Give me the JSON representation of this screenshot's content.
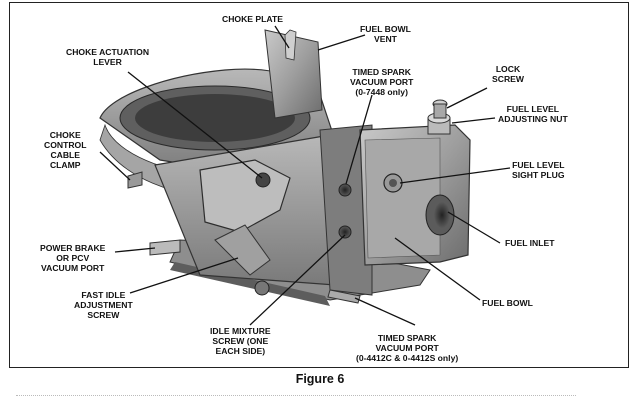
{
  "labels": [
    {
      "id": "choke-plate",
      "lines": [
        "CHOKE PLATE"
      ]
    },
    {
      "id": "fuel-bowl-vent",
      "lines": [
        "FUEL BOWL",
        "VENT"
      ]
    },
    {
      "id": "choke-actuation-lever",
      "lines": [
        "CHOKE ACTUATION",
        "LEVER"
      ]
    },
    {
      "id": "timed-spark-vacuum-port-top",
      "lines": [
        "TIMED SPARK",
        "VACUUM PORT",
        "(0-7448 only)"
      ]
    },
    {
      "id": "lock-screw",
      "lines": [
        "LOCK",
        "SCREW"
      ]
    },
    {
      "id": "fuel-level-adjusting-nut",
      "lines": [
        "FUEL LEVEL",
        "ADJUSTING NUT"
      ]
    },
    {
      "id": "choke-control-cable-clamp",
      "lines": [
        "CHOKE",
        "CONTROL",
        "CABLE",
        "CLAMP"
      ]
    },
    {
      "id": "fuel-level-sight-plug",
      "lines": [
        "FUEL LEVEL",
        "SIGHT PLUG"
      ]
    },
    {
      "id": "fuel-inlet",
      "lines": [
        "FUEL INLET"
      ]
    },
    {
      "id": "power-brake-pcv-vacuum-port",
      "lines": [
        "POWER BRAKE",
        "OR PCV",
        "VACUUM PORT"
      ]
    },
    {
      "id": "fast-idle-adjustment-screw",
      "lines": [
        "FAST IDLE",
        "ADJUSTMENT",
        "SCREW"
      ]
    },
    {
      "id": "fuel-bowl",
      "lines": [
        "FUEL BOWL"
      ]
    },
    {
      "id": "idle-mixture-screw",
      "lines": [
        "IDLE MIXTURE",
        "SCREW (ONE",
        "EACH SIDE)"
      ]
    },
    {
      "id": "timed-spark-vacuum-port-bottom",
      "lines": [
        "TIMED SPARK",
        "VACUUM PORT",
        "(0-4412C & 0-4412S only)"
      ]
    }
  ],
  "caption": "Figure 6"
}
